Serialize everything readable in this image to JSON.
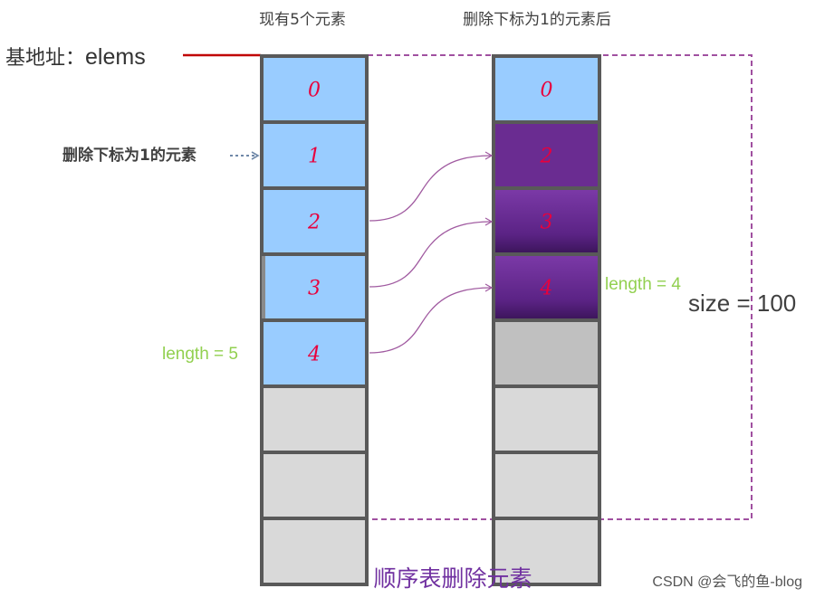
{
  "header": {
    "left_title": "现有5个元素",
    "right_title": "删除下标为1的元素后"
  },
  "base_address": {
    "label": "基地址：",
    "name": "elems"
  },
  "delete_note": "删除下标为1的元素",
  "left_array": {
    "cells": [
      "0",
      "1",
      "2",
      "3",
      "4",
      "",
      "",
      ""
    ],
    "length_label": "length = 5"
  },
  "right_array": {
    "cells": [
      "0",
      "2",
      "3",
      "4",
      "",
      "",
      "",
      ""
    ],
    "length_label": "length = 4"
  },
  "size_label": "size = 100",
  "caption": "顺序表删除元素",
  "watermark": "CSDN @会飞的鱼-blog",
  "colors": {
    "filled_cell": "#99ccff",
    "empty_cell": "#d9d9d9",
    "empty_cell_dark": "#c0c0c0",
    "moved_cell": "#6a2c91",
    "border": "#595959",
    "index_text": "#e8003c",
    "length_text": "#92d050",
    "dashed_box": "#a050a0",
    "arrow": "#a05aa0",
    "base_line": "#c00000",
    "caption": "#7030a0"
  }
}
